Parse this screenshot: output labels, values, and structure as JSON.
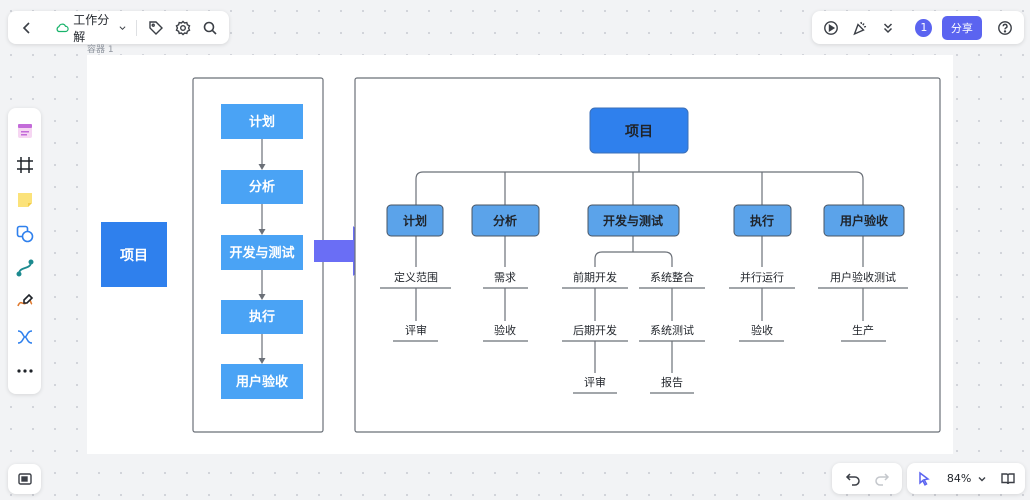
{
  "toolbar": {
    "doc_title": "工作分解"
  },
  "topright": {
    "avatar_number": "1",
    "share_label": "分享"
  },
  "frame": {
    "label": "容器 1"
  },
  "zoom": {
    "level": "84%"
  },
  "colors": {
    "accent": "#5b64f0",
    "box_fill": "#2f80ed",
    "box_fill_light": "#4aa3f5",
    "node_fill": "#5ba3ea",
    "arrow": "#6a6ef5"
  },
  "diagram": {
    "project_label": "项目",
    "flow_steps": [
      "计划",
      "分析",
      "开发与测试",
      "执行",
      "用户验收"
    ],
    "tree": {
      "root": "项目",
      "branches": [
        {
          "label": "计划",
          "items": [
            "定义范围",
            "评审"
          ]
        },
        {
          "label": "分析",
          "items": [
            "需求",
            "验收"
          ]
        },
        {
          "label": "开发与测试",
          "left": [
            "前期开发",
            "后期开发",
            "评审"
          ],
          "right": [
            "系统整合",
            "系统测试",
            "报告"
          ]
        },
        {
          "label": "执行",
          "items": [
            "并行运行",
            "验收"
          ]
        },
        {
          "label": "用户验收",
          "items": [
            "用户验收测试",
            "生产"
          ]
        }
      ]
    }
  }
}
